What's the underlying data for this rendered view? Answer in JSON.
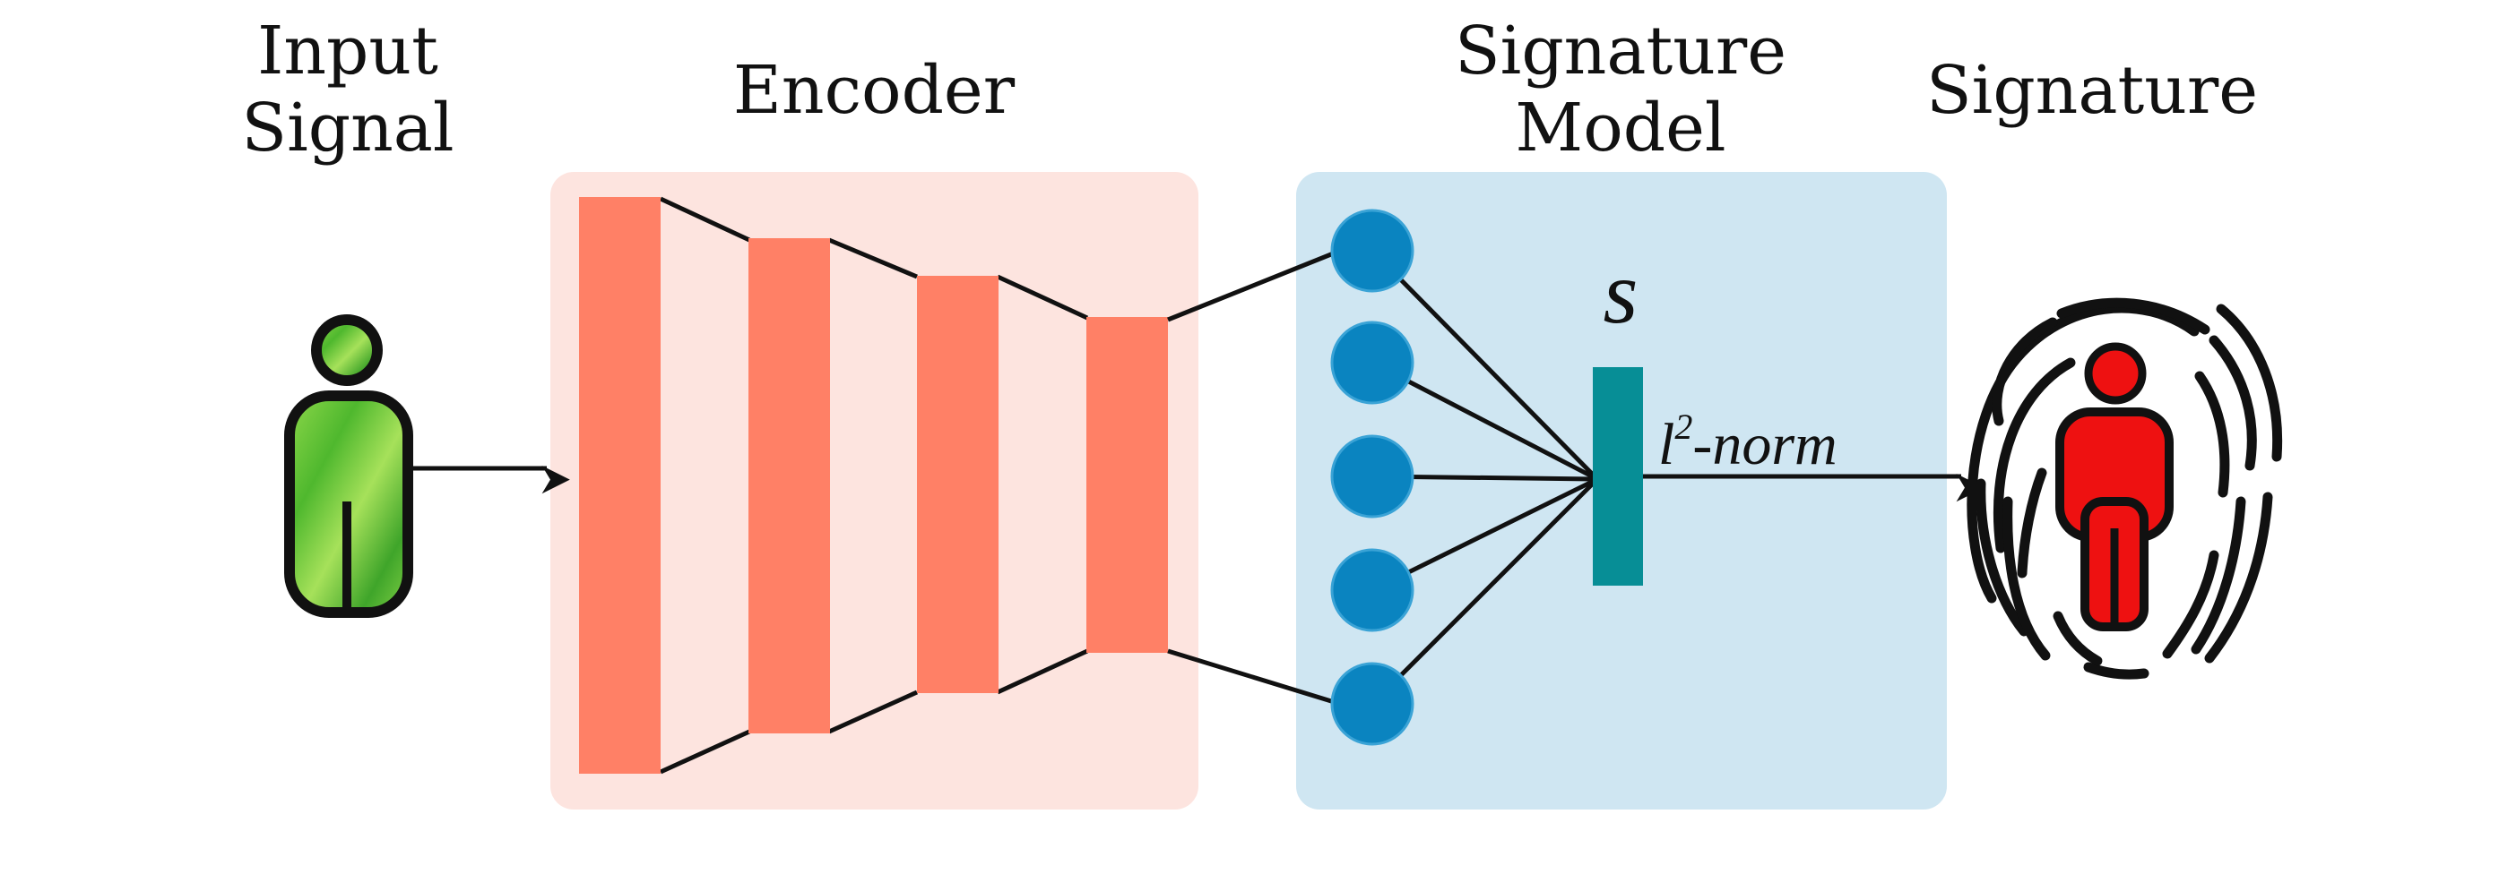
{
  "labels": {
    "input_line1": "Input",
    "input_line2": "Signal",
    "encoder": "Encoder",
    "model_line1": "Signature",
    "model_line2": "Model",
    "signature": "Signature",
    "s_symbol": "s",
    "norm_base": "l",
    "norm_sup": "2",
    "norm_rest": "-norm"
  },
  "colors": {
    "encoder_bg": "#fde4df",
    "encoder_layer": "#ff8066",
    "model_bg": "#cfe6f2",
    "neuron": "#0a84c0",
    "signature_vector": "#078e96",
    "input_person": "#6cc93a",
    "signature_person": "#ee1111",
    "line": "#111111"
  },
  "icons": {
    "input": "person-icon",
    "output": "fingerprint-person-icon"
  }
}
